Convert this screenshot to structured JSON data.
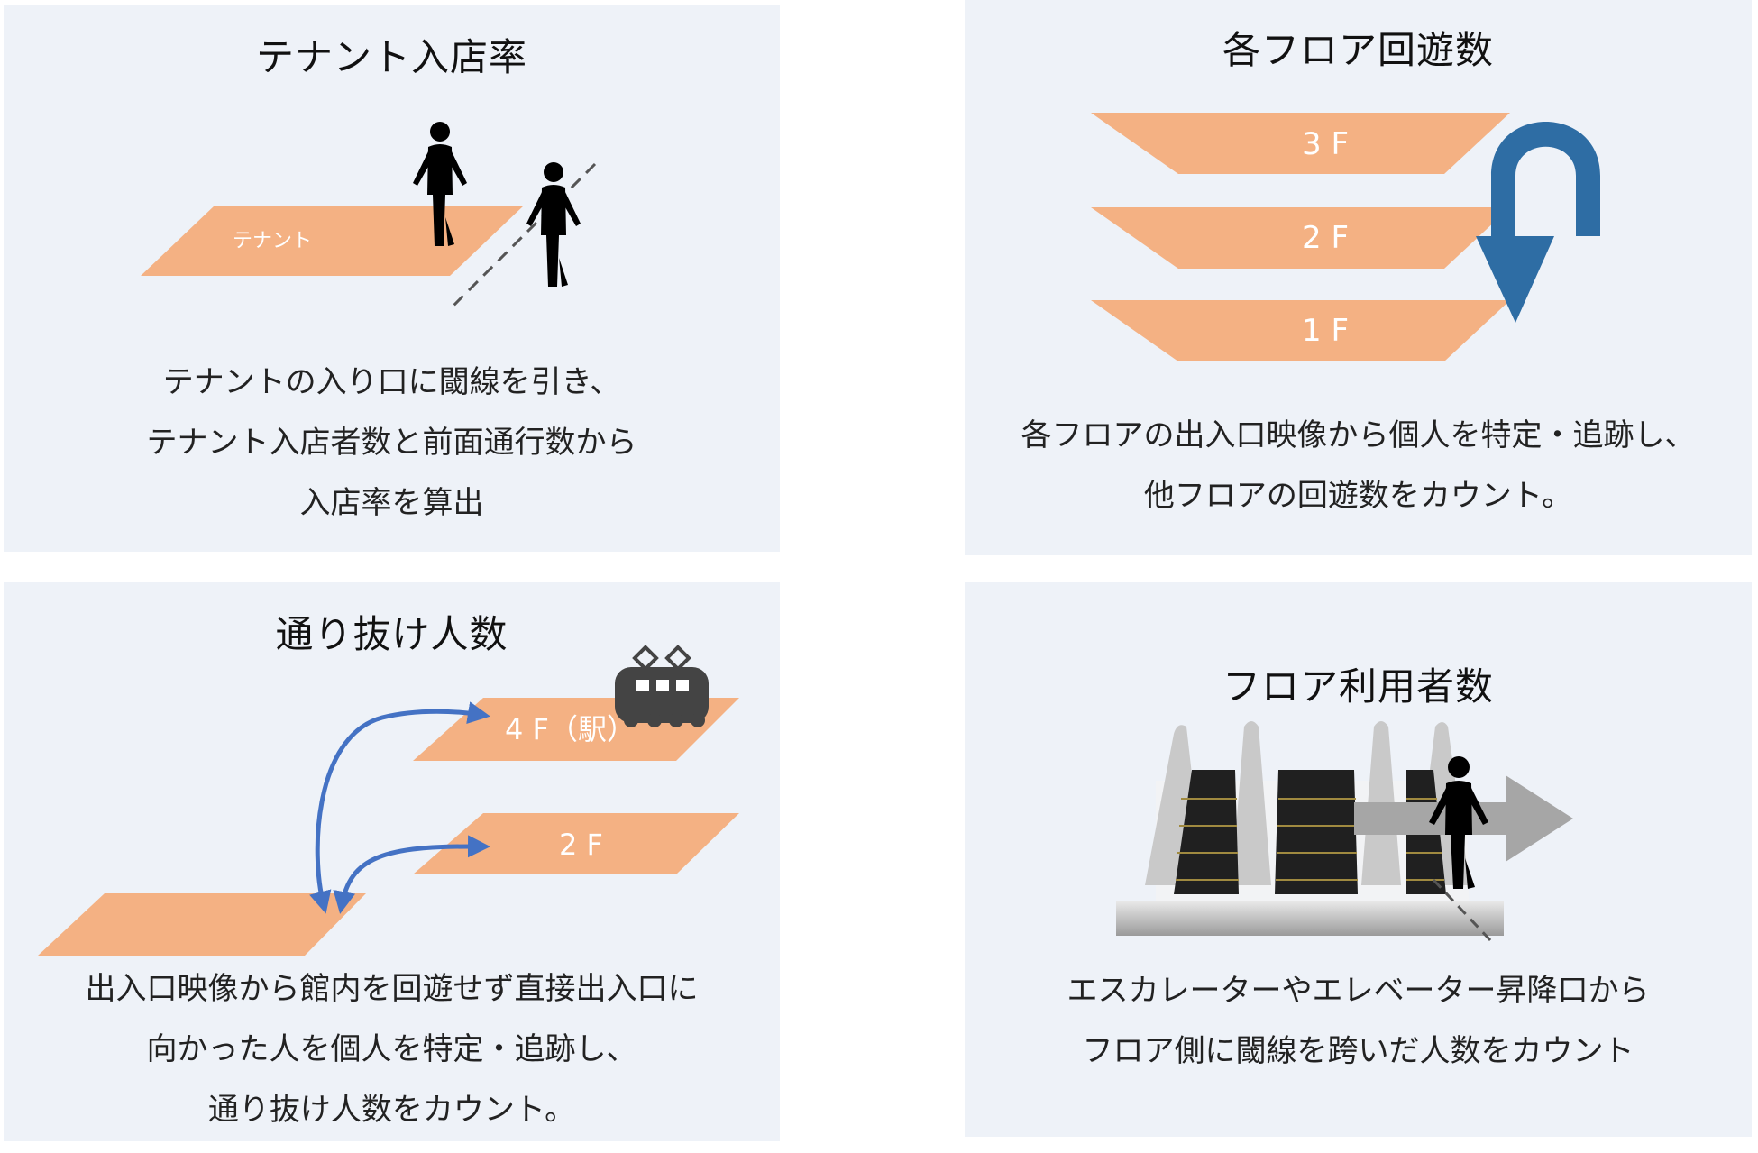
{
  "panels": [
    {
      "title": "テナント入店率",
      "floor_label": "テナント",
      "description": [
        "テナントの入り口に閾線を引き、",
        "テナント入店者数と前面通行数から",
        "入店率を算出"
      ]
    },
    {
      "title": "各フロア回遊数",
      "floors": [
        "3 F",
        "2 F",
        "1 F"
      ],
      "description": [
        "各フロアの出入口映像から個人を特定・追跡し、",
        "他フロアの回遊数をカウント。"
      ]
    },
    {
      "title": "通り抜け人数",
      "floors": [
        "4 F（駅）",
        "2 F"
      ],
      "description": [
        "出入口映像から館内を回遊せず直接出入口に",
        "向かった人を個人を特定・追跡し、",
        "通り抜け人数をカウント。"
      ]
    },
    {
      "title": "フロア利用者数",
      "description": [
        "エスカレーターやエレベーター昇降口から",
        "フロア側に閾線を跨いだ人数をカウント"
      ]
    }
  ],
  "colors": {
    "panel_bg": "#eef2f8",
    "floor": "#f4b183",
    "arrow_blue": "#2e6da4",
    "curve_blue": "#4472c4",
    "person": "#000000",
    "train": "#444444",
    "gray_arrow": "#a6a6a6"
  },
  "icons": [
    "person-icon",
    "train-icon",
    "escalator-image",
    "u-turn-arrow-icon",
    "right-arrow-icon"
  ]
}
